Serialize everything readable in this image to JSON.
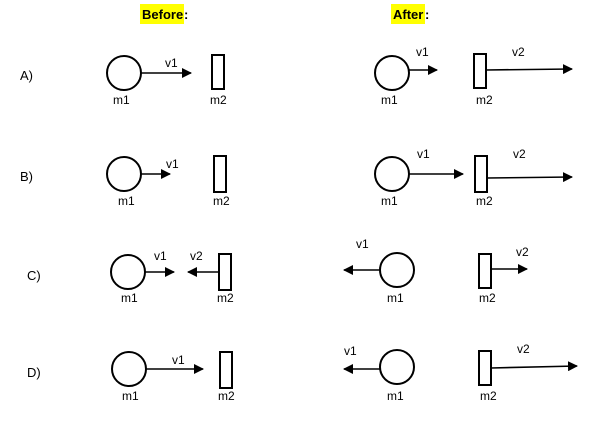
{
  "headers": {
    "before": "Before",
    "before_colon": ":",
    "after": "After",
    "after_colon": ":",
    "highlight_color": "#ffff00"
  },
  "mass_labels": {
    "m1": "m1",
    "m2": "m2"
  },
  "rows": [
    {
      "label": "A)",
      "before": {
        "v1_label": "v1"
      },
      "after": {
        "v1_label": "v1",
        "v2_label": "v2"
      }
    },
    {
      "label": "B)",
      "before": {
        "v1_label": "v1"
      },
      "after": {
        "v1_label": "v1",
        "v2_label": "v2"
      }
    },
    {
      "label": "C)",
      "before": {
        "v1_label": "v1",
        "v2_label": "v2"
      },
      "after": {
        "v1_label": "v1",
        "v2_label": "v2"
      }
    },
    {
      "label": "D)",
      "before": {
        "v1_label": "v1"
      },
      "after": {
        "v1_label": "v1",
        "v2_label": "v2"
      }
    }
  ]
}
